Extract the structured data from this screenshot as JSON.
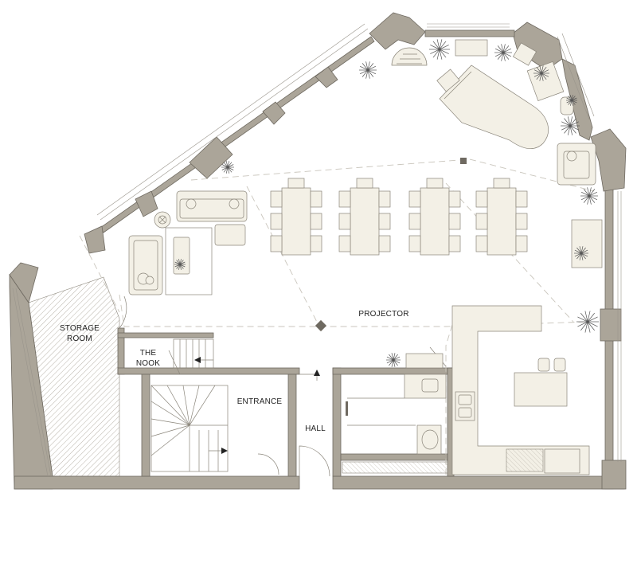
{
  "rooms": {
    "storage": [
      "STORAGE",
      "ROOM"
    ],
    "nook": [
      "THE",
      "NOOK"
    ],
    "entrance": "ENTRANCE",
    "hall": "HALL",
    "projector": "PROJECTOR"
  },
  "colors": {
    "wall": "#aba599",
    "furniture": "#f3f0e6",
    "outline": "#8a857a",
    "hatch": "#b9b4aa"
  }
}
